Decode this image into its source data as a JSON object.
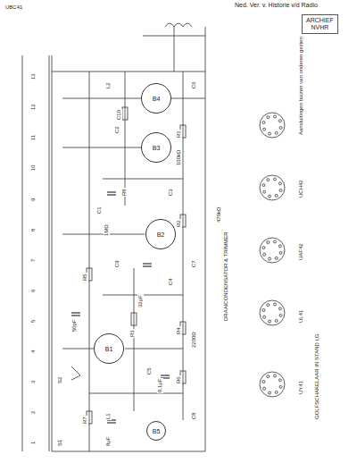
{
  "diagram": {
    "nodes": [
      {
        "text": [
          "ARCHIEF",
          "NVHR"
        ]
      },
      {
        "text": [
          "B4"
        ]
      },
      {
        "text": [
          "B3"
        ]
      },
      {
        "text": [
          "B2"
        ]
      },
      {
        "text": [
          "B1"
        ]
      },
      {
        "text": [
          "B5"
        ]
      }
    ],
    "labels": [
      "Ned. Ver. v. Historie v/d Radio",
      "1",
      "2",
      "3",
      "4",
      "5",
      "6",
      "7",
      "8",
      "9",
      "10",
      "11",
      "12",
      "13",
      "S1",
      "S2",
      "L1",
      "L2",
      "C1",
      "C2",
      "C3",
      "C4",
      "C5",
      "C6",
      "C7",
      "C8",
      "C9",
      "C10",
      "R1",
      "R2",
      "R3",
      "R4",
      "R5",
      "R6",
      "R7",
      "R8",
      "100kΩ",
      "1MΩ",
      "50pF",
      "0,1μF",
      "8μF",
      "32μF",
      "2200Ω",
      "470kΩ",
      "DRAAICONDENSATOR & TRIMMER",
      "GOLFSCHAKELAAR IN STAND LG",
      "Aansluitingen buizen van onderen gezien",
      "UCH42",
      "UAF42",
      "UL41",
      "UY41",
      "UBC41"
    ]
  }
}
